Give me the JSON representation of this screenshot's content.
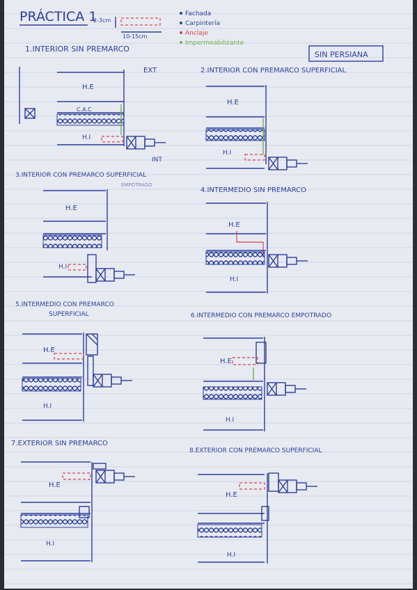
{
  "page": {
    "title": "PRÁCTICA 1"
  },
  "legend": {
    "dim_top": "2-3cm",
    "dim_bottom": "10-15cm",
    "items": [
      {
        "label": "Fachada",
        "color": "#2b3f9a"
      },
      {
        "label": "Carpintería",
        "color": "#2b3f9a"
      },
      {
        "label": "Anclaje",
        "color": "#d64545"
      },
      {
        "label": "Impermeabilizante",
        "color": "#6fb04a"
      }
    ],
    "box_label": "SIN PERSIANA"
  },
  "sections": [
    {
      "title": "1.INTERIOR SIN PREMARCO",
      "labels": [
        "H.E",
        "C.A.C",
        "H.I",
        "EXT",
        "INT"
      ]
    },
    {
      "title": "2.INTERIOR CON PREMARCO SUPERFICIAL",
      "labels": [
        "H.E",
        "H.I"
      ]
    },
    {
      "title": "3.INTERIOR CON PREMARCO SUPERFICIAL",
      "subtitle": "EMPOTRADO",
      "labels": [
        "H.E",
        "H.I"
      ]
    },
    {
      "title": "4.INTERMEDIO SIN PREMARCO",
      "labels": [
        "H.E",
        "H.I"
      ]
    },
    {
      "title": "5.INTERMEDIO CON PREMARCO",
      "subtitle": "SUPERFICIAL",
      "labels": [
        "H.E",
        "H.I"
      ]
    },
    {
      "title": "6.INTERMEDIO CON PREMARCO EMPOTRADO",
      "labels": [
        "H.E",
        "H.I"
      ]
    },
    {
      "title": "7.EXTERIOR SIN PREMARCO",
      "labels": [
        "H.E",
        "H.I"
      ]
    },
    {
      "title": "8.EXTERIOR CON PREMARCO SUPERFICIAL",
      "labels": [
        "H.E",
        "H.I"
      ]
    }
  ]
}
